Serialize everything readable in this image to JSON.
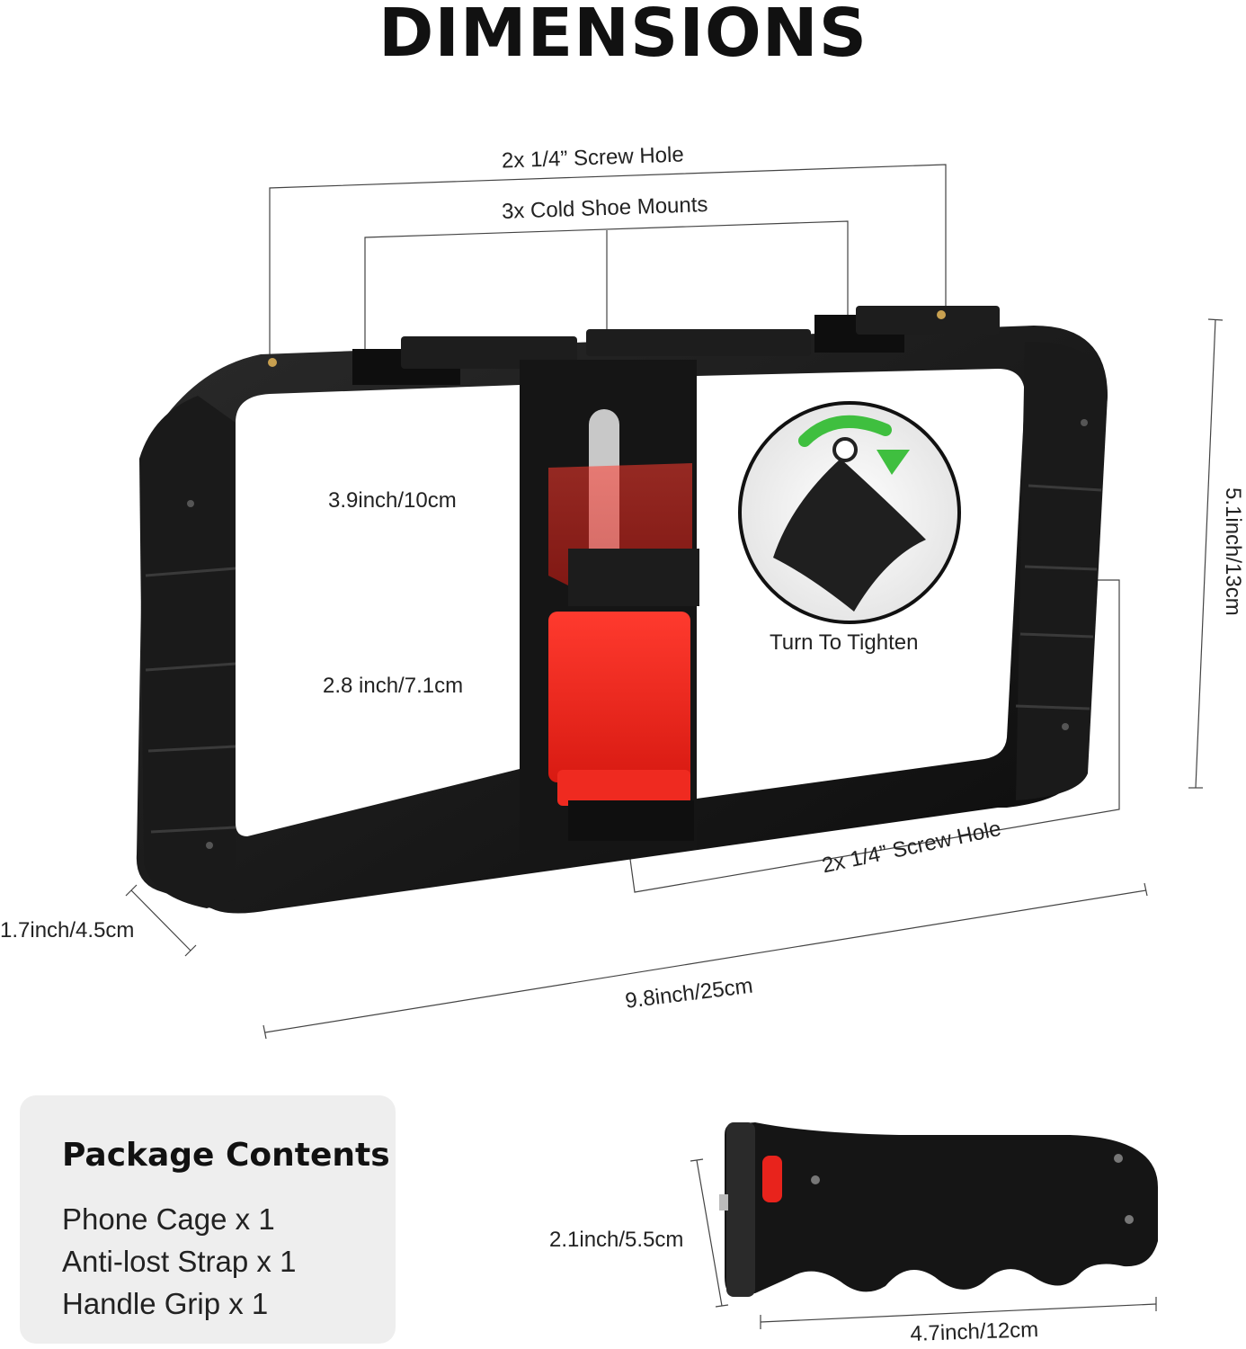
{
  "title": "DIMENSIONS",
  "labels": {
    "top_screw_holes": "2x 1/4” Screw Hole",
    "cold_shoe": "3x Cold Shoe Mounts",
    "clamp_max": "3.9inch/10cm",
    "clamp_min": "2.8 inch/7.1cm",
    "turn_to_tighten": "Turn To Tighten",
    "height": "5.1inch/13cm",
    "bottom_screw_holes": "2x 1/4” Screw Hole",
    "depth": "1.7inch/4.5cm",
    "width": "9.8inch/25cm",
    "grip_height": "2.1inch/5.5cm",
    "grip_length": "4.7inch/12cm"
  },
  "package": {
    "title": "Package Contents",
    "items": [
      "Phone Cage x 1",
      "Anti-lost Strap x 1",
      "Handle Grip x 1"
    ]
  },
  "colors": {
    "frame": "#161616",
    "clamp": "#e8231c",
    "arrow": "#3fbf3f",
    "line": "#555555"
  }
}
